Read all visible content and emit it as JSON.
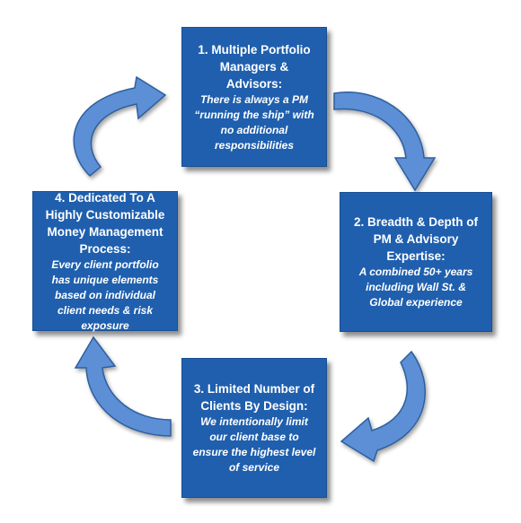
{
  "boxes": [
    {
      "heading": "1. Multiple Portfolio Managers & Advisors:",
      "body": "There is always a PM “running the ship” with no additional responsibilities"
    },
    {
      "heading": "2. Breadth & Depth of PM & Advisory Expertise:",
      "body": "A combined 50+ years including Wall St. & Global experience"
    },
    {
      "heading": "3. Limited Number of Clients By Design:",
      "body": "We intentionally limit our client base to ensure the highest level of service"
    },
    {
      "heading": "4. Dedicated To A Highly Customizable Money Management Process:",
      "body": "Every client portfolio has unique elements based on individual client needs & risk exposure"
    }
  ],
  "colors": {
    "box_fill": "#1f5fae",
    "arrow_fill": "#5b8fd6",
    "text": "#ffffff"
  }
}
